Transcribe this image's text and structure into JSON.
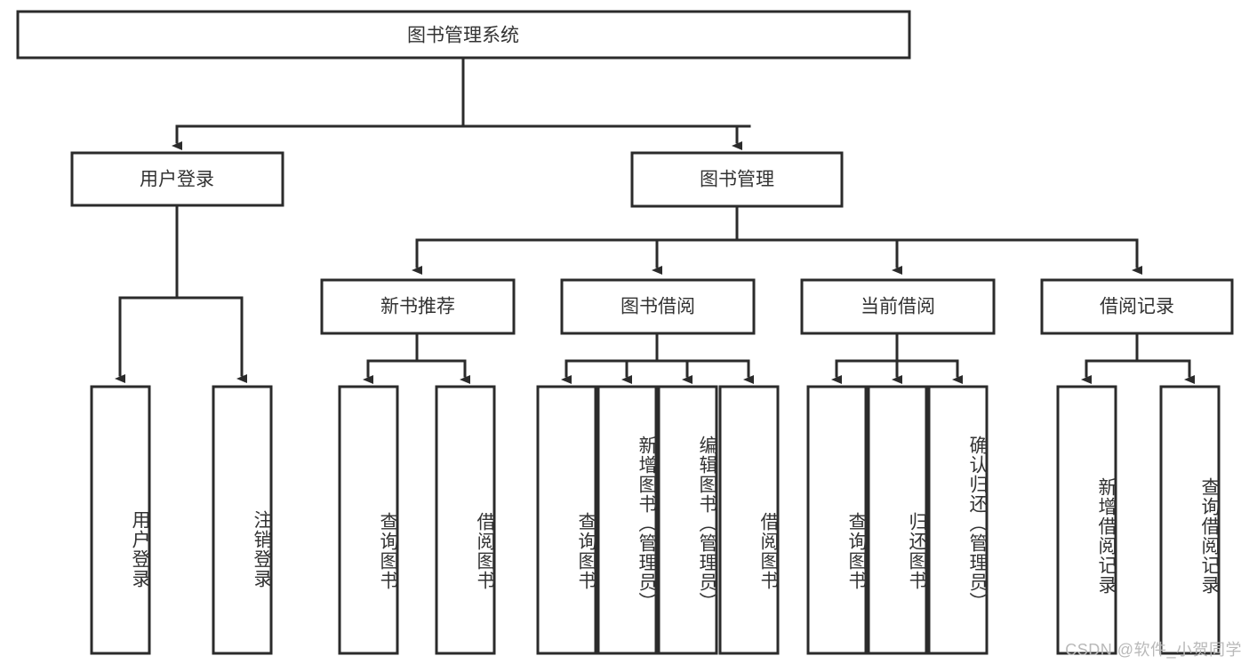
{
  "diagram": {
    "type": "tree-hierarchy",
    "title": "图书管理系统",
    "watermark": "CSDN @软件_小贺同学",
    "colors": {
      "background": "#ffffff",
      "box_border": "#2b2b2b",
      "box_fill": "#ffffff",
      "text": "#333333",
      "connector": "#2b2b2b",
      "watermark": "#b9b9b9"
    },
    "levels": {
      "root": {
        "label": "图书管理系统"
      },
      "level1": [
        {
          "label": "用户登录"
        },
        {
          "label": "图书管理"
        }
      ],
      "level2": [
        {
          "label": "新书推荐"
        },
        {
          "label": "图书借阅"
        },
        {
          "label": "当前借阅"
        },
        {
          "label": "借阅记录"
        }
      ],
      "leaves": {
        "user_login": [
          {
            "label": "用户登录"
          },
          {
            "label": "注销登录"
          }
        ],
        "new_book_recommend": [
          {
            "label": "查询图书"
          },
          {
            "label": "借阅图书"
          }
        ],
        "book_borrow": [
          {
            "label": "查询图书"
          },
          {
            "label": "新增图书（管理员）"
          },
          {
            "label": "编辑图书（管理员）"
          },
          {
            "label": "借阅图书"
          }
        ],
        "current_borrow": [
          {
            "label": "查询图书"
          },
          {
            "label": "归还图书"
          },
          {
            "label": "确认归还（管理员）"
          }
        ],
        "borrow_record": [
          {
            "label": "新增借阅记录"
          },
          {
            "label": "查询借阅记录"
          }
        ]
      }
    }
  }
}
